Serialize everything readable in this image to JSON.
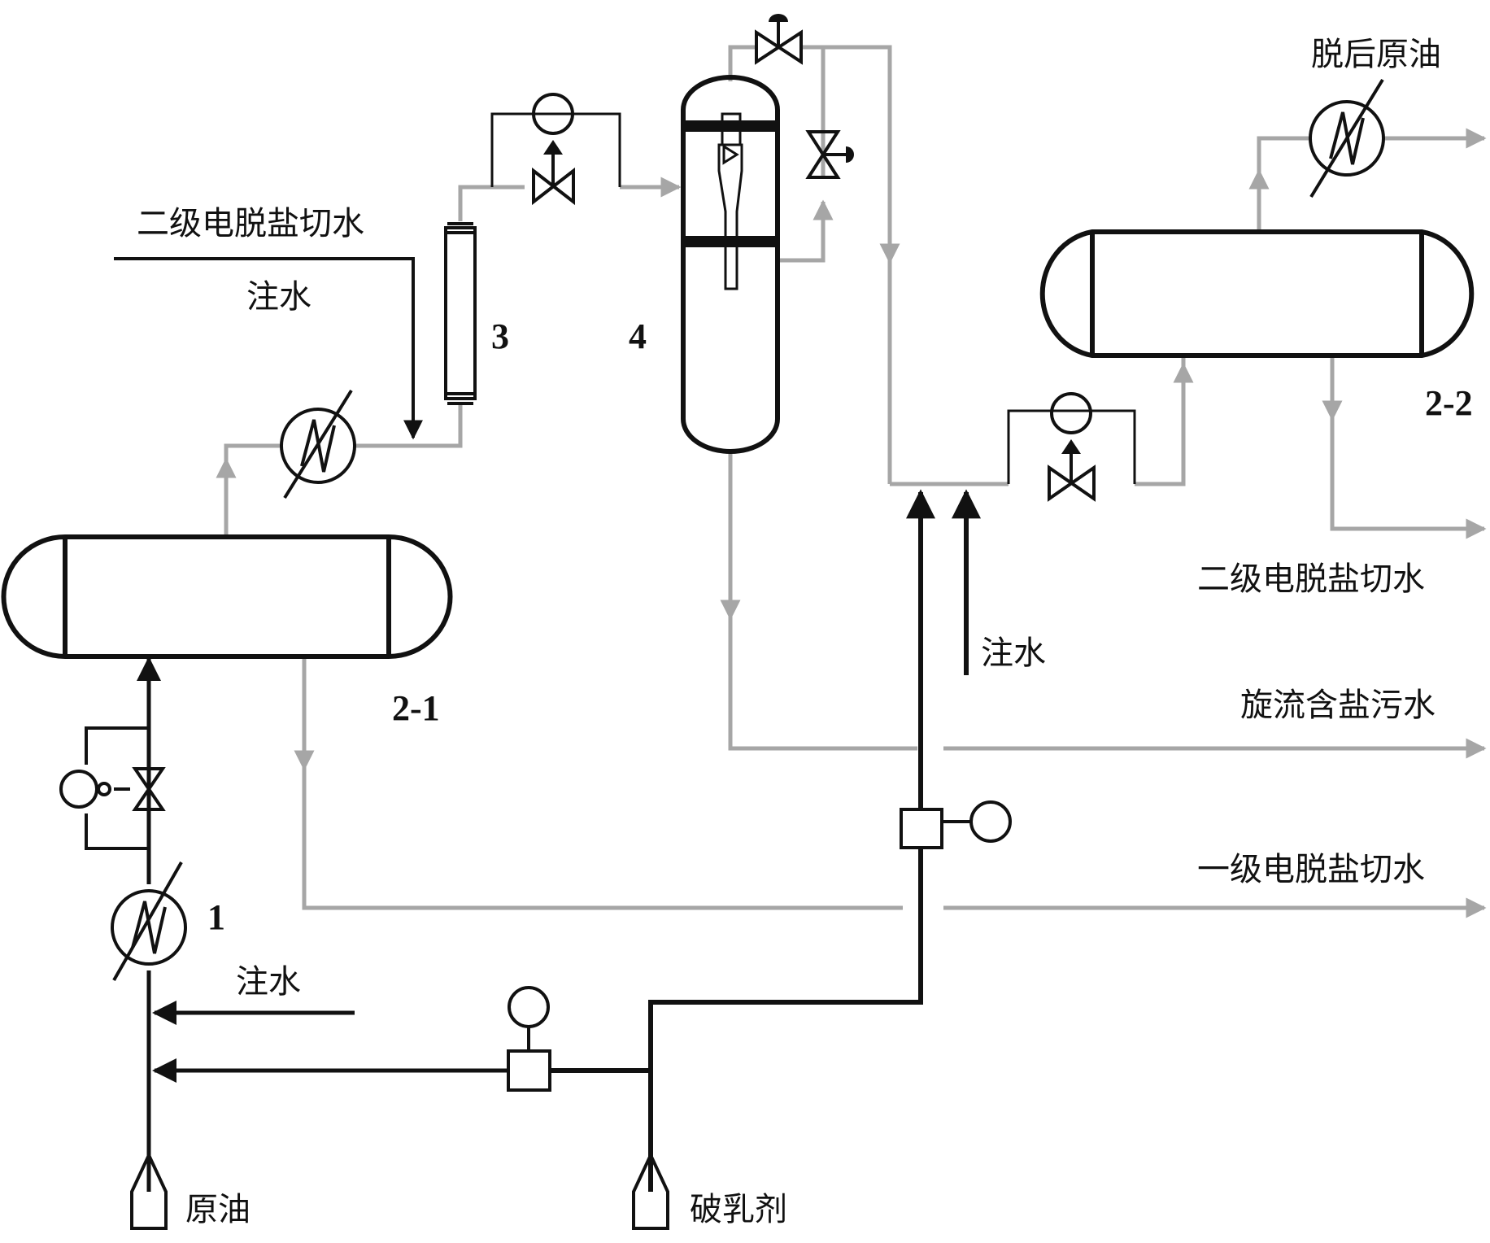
{
  "labels": {
    "secondary_desalt_cut_water_in": "二级电脱盐切水",
    "inject_water_top": "注水",
    "inject_water_middle": "注水",
    "inject_water_bottom": "注水",
    "desalted_crude": "脱后原油",
    "secondary_desalt_cut_water_out": "二级电脱盐切水",
    "cyclone_salty_wastewater": "旋流含盐污水",
    "primary_desalt_cut_water": "一级电脱盐切水",
    "crude_oil": "原油",
    "demulsifier": "破乳剂"
  },
  "equipment_numbers": {
    "heat_exchanger_1": "1",
    "desalter_2_1": "2-1",
    "desalter_2_2": "2-2",
    "mixer_3": "3",
    "cyclone_4": "4"
  },
  "colors": {
    "line_main": "#111111",
    "line_water": "#a6a6a6",
    "background": "#ffffff"
  }
}
